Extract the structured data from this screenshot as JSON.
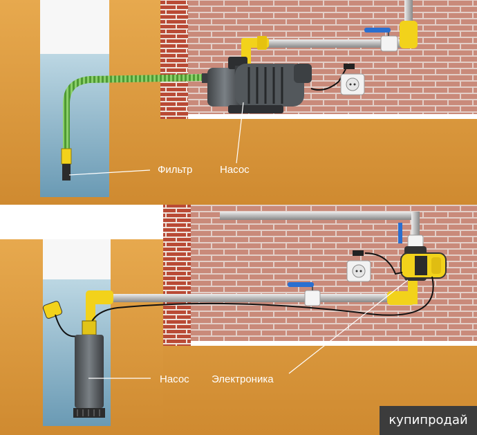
{
  "top_scene": {
    "filter_label": "Фильтр",
    "pump_label": "Насос"
  },
  "bottom_scene": {
    "pump_label": "Насос",
    "electronics_label": "Электроника"
  },
  "watermark": {
    "text": "купипродай"
  },
  "colors": {
    "earth": "#dd9a3e",
    "water": "#8eb8cf",
    "brick": "#c97a66",
    "hose": "#6ab04c",
    "pipe_fitting": "#f2d21b",
    "valve_handle": "#2a6fd0",
    "pump_body": "#555a5e"
  }
}
